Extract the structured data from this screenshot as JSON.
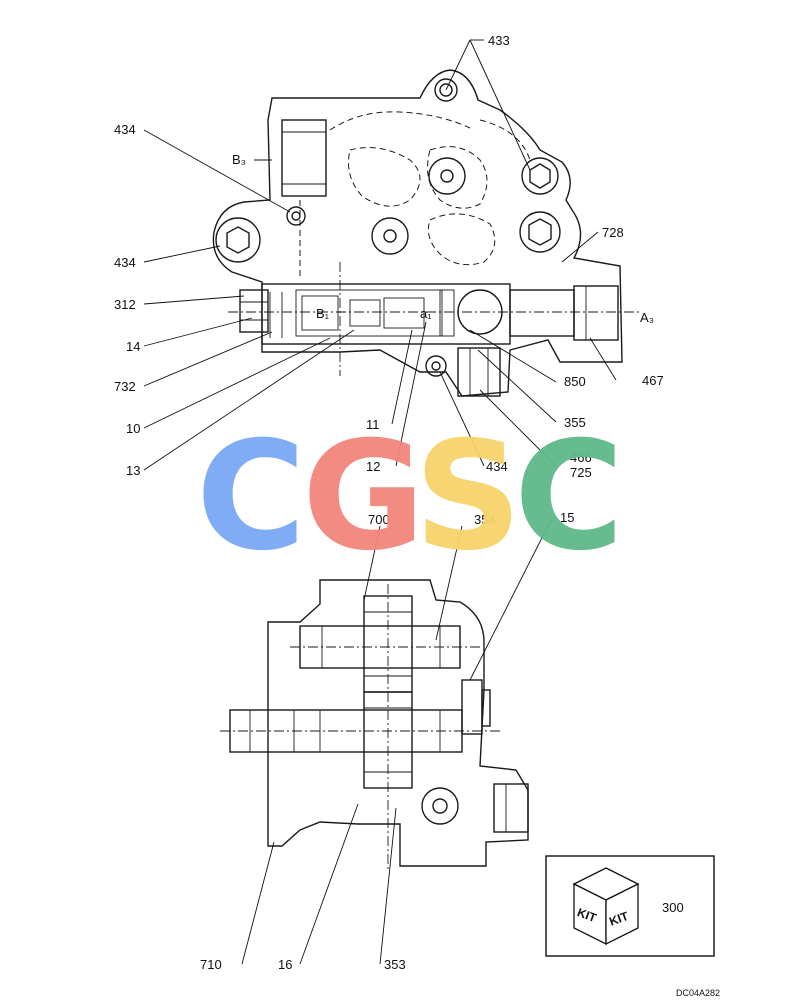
{
  "callouts": {
    "c433": "433",
    "c434a": "434",
    "c434b": "434",
    "c434c": "434",
    "c312": "312",
    "c14": "14",
    "c732": "732",
    "c10": "10",
    "c13": "13",
    "c11": "11",
    "c12": "12",
    "c728": "728",
    "c467": "467",
    "c850": "850",
    "c355": "355",
    "c466": "466",
    "c725": "725",
    "c700": "700",
    "c354": "354",
    "c15": "15",
    "c710": "710",
    "c16": "16",
    "c353": "353"
  },
  "ports": {
    "b3": "B₃",
    "a3": "A₃",
    "b1": "B₁",
    "a1": "a₁"
  },
  "watermark": {
    "letters": [
      "C",
      "G",
      "S",
      "C"
    ],
    "colors": [
      "#7aa8f5",
      "#f2857b",
      "#f7d36b",
      "#5fb98a"
    ]
  },
  "kit": {
    "face_left": "KIT",
    "face_right": "KIT",
    "part_number": "300"
  },
  "drawing_code": "DC04A282"
}
